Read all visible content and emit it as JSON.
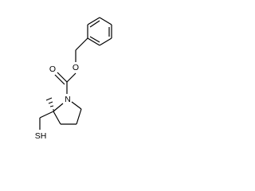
{
  "molecule": {
    "atoms": {
      "ester_oxygen": "O",
      "carbonyl_oxygen": "O",
      "ring_nitrogen": "N",
      "sulfur": "SH"
    },
    "stereocenter": "wedge-hash"
  },
  "colors": {
    "bond": "#000000",
    "background": "#ffffff"
  }
}
